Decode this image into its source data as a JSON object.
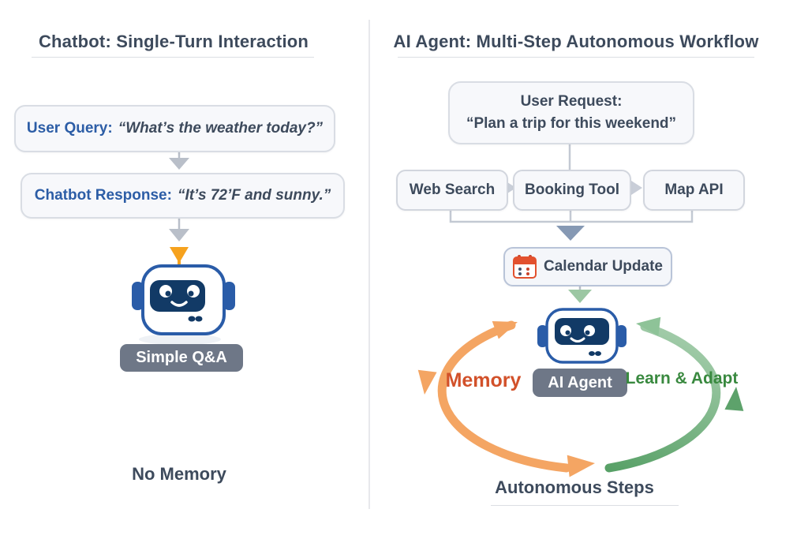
{
  "left_panel": {
    "title": "Chatbot: Single-Turn Interaction",
    "query_box": {
      "label": "User Query:",
      "quote": "“What’s the weather today?”"
    },
    "response_box": {
      "label": "Chatbot Response:",
      "quote": "“It’s 72’F and sunny.”"
    },
    "badge": "Simple Q&A",
    "footer": "No Memory"
  },
  "right_panel": {
    "title": "AI Agent: Multi-Step Autonomous Workflow",
    "request_box": {
      "line1": "User Request:",
      "line2": "“Plan a trip for this weekend”"
    },
    "tools": [
      "Web Search",
      "Booking Tool",
      "Map API"
    ],
    "calendar_label": "Calendar Update",
    "agent_badge": "AI Agent",
    "loop": {
      "memory_label": "Memory",
      "learn_label": "Learn & Adapt"
    },
    "footer": "Autonomous Steps"
  },
  "colors": {
    "slate_text": "#3d4a5c",
    "blue_label": "#2c5da6",
    "robot_blue": "#2a5ca8",
    "face_navy": "#123a66",
    "badge_gray": "#6e7787",
    "orange_arc": "#f4a563",
    "antenna_orange": "#f6a21e",
    "memory_orange": "#d2512a",
    "green_arc_dark": "#57a066",
    "green_arc_light": "#a6cead",
    "learn_green": "#39893f",
    "calendar_red": "#e2512e",
    "connector_gray": "#b9bfc9",
    "flow_arrow_blue": "#8699b4"
  }
}
